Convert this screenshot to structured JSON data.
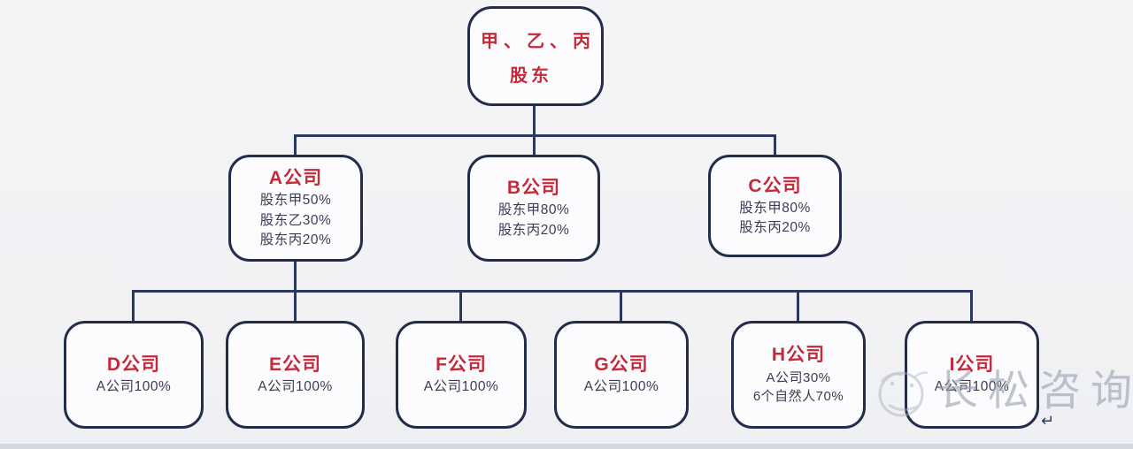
{
  "root": {
    "line1": "甲、乙、丙",
    "line2": "股东"
  },
  "level2": [
    {
      "title": "A公司",
      "lines": [
        "股东甲50%",
        "股东乙30%",
        "股东丙20%"
      ]
    },
    {
      "title": "B公司",
      "lines": [
        "股东甲80%",
        "股东丙20%"
      ]
    },
    {
      "title": "C公司",
      "lines": [
        "股东甲80%",
        "股东丙20%"
      ]
    }
  ],
  "level3": [
    {
      "title": "D公司",
      "lines": [
        "A公司100%"
      ]
    },
    {
      "title": "E公司",
      "lines": [
        "A公司100%"
      ]
    },
    {
      "title": "F公司",
      "lines": [
        "A公司100%"
      ]
    },
    {
      "title": "G公司",
      "lines": [
        "A公司100%"
      ]
    },
    {
      "title": "H公司",
      "lines": [
        "A公司30%",
        "6个自然人70%"
      ]
    },
    {
      "title": "I公司",
      "lines": [
        "A公司100%"
      ]
    }
  ],
  "watermark": {
    "text": "长松咨询",
    "return_symbol": "↵"
  },
  "colors": {
    "title_red": "#c32a3a",
    "connector_navy": "#2b3a5c",
    "box_border_navy": "#232d4b",
    "body_text": "#3c3c55",
    "background": "#f2f2f5",
    "watermark_gray": "#9aa1b2"
  }
}
